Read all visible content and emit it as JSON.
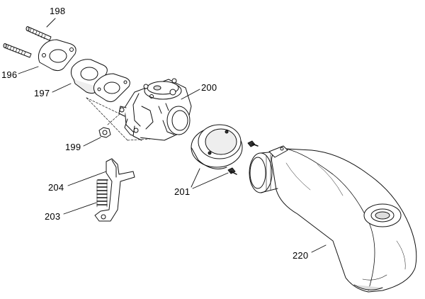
{
  "callouts": [
    {
      "id": "198",
      "text": "198"
    },
    {
      "id": "196",
      "text": "196"
    },
    {
      "id": "197",
      "text": "197"
    },
    {
      "id": "200",
      "text": "200"
    },
    {
      "id": "199",
      "text": "199"
    },
    {
      "id": "204",
      "text": "204"
    },
    {
      "id": "203",
      "text": "203"
    },
    {
      "id": "201",
      "text": "201"
    },
    {
      "id": "220",
      "text": "220"
    }
  ],
  "colors": {
    "line": "#111111",
    "part_fill": "#ffffff",
    "shade": "#d9d9d9",
    "background": "#ffffff"
  }
}
